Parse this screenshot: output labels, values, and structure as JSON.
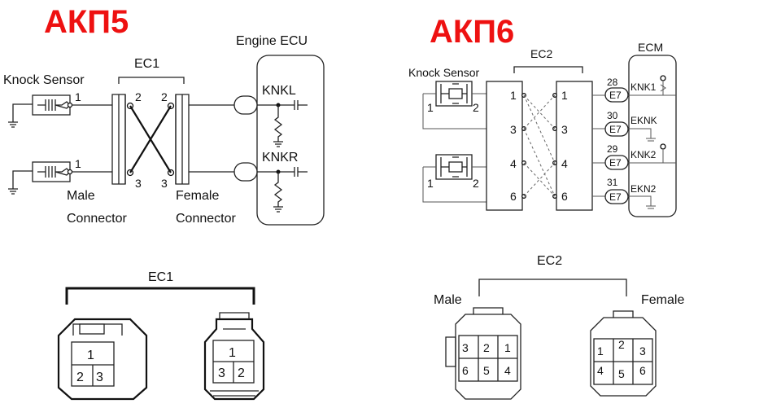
{
  "titles": {
    "left": "АКП5",
    "right": "АКП6"
  },
  "akp5": {
    "knock_sensor": "Knock Sensor",
    "connector": "EC1",
    "ecu": "Engine ECU",
    "knkl": "KNKL",
    "knkr": "KNKR",
    "male_1": "Male",
    "male_2": "Connector",
    "female_1": "Female",
    "female_2": "Connector",
    "pins": {
      "s1": "1",
      "s2": "1",
      "l2": "2",
      "r2": "2",
      "l3": "3",
      "r3": "3"
    }
  },
  "akp6": {
    "knock_sensor": "Knock Sensor",
    "connector": "EC2",
    "ecm": "ECM",
    "left_pins": [
      "1",
      "3",
      "4",
      "6"
    ],
    "right_pins": [
      "1",
      "3",
      "4",
      "6"
    ],
    "sensor_pins": [
      "1",
      "2",
      "1",
      "2"
    ],
    "ecm_rows": [
      {
        "num": "28",
        "label": "E7",
        "signal": "KNK1"
      },
      {
        "num": "30",
        "label": "E7",
        "signal": "EKNK"
      },
      {
        "num": "29",
        "label": "E7",
        "signal": "KNK2"
      },
      {
        "num": "31",
        "label": "E7",
        "signal": "EKN2"
      }
    ]
  },
  "ec1_view": {
    "label": "EC1",
    "male_pins": [
      "1",
      "2",
      "3"
    ],
    "female_pins": [
      "1",
      "3",
      "2"
    ]
  },
  "ec2_view": {
    "label": "EC2",
    "male": "Male",
    "female": "Female",
    "male_pins": [
      "3",
      "2",
      "1",
      "6",
      "5",
      "4"
    ],
    "female_pins": [
      "1",
      "2",
      "3",
      "4",
      "5",
      "6"
    ]
  },
  "colors": {
    "title": "#ee1111",
    "line": "#222222",
    "background": "#ffffff"
  }
}
